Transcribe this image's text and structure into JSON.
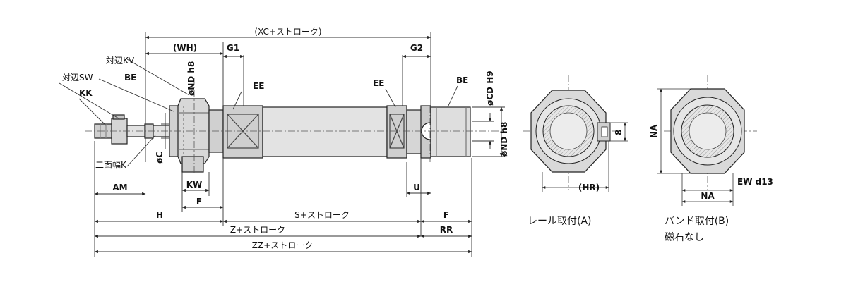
{
  "labels": {
    "xc": "(XC+ストローク)",
    "wh": "(WH)",
    "g1": "G1",
    "g2": "G2",
    "taihen_kv": "対辺KV",
    "taihen_sw": "対辺SW",
    "be_left": "BE",
    "kk": "KK",
    "nd_h8_top": "øND h8",
    "ee_left": "EE",
    "ee_right": "EE",
    "be_right": "BE",
    "cd_h9": "øCD H9",
    "nd_h8_right": "øND h8",
    "c": "øC",
    "nimenhaba_k": "二面幅K",
    "am": "AM",
    "kw": "KW",
    "f_left": "F",
    "u": "U",
    "h": "H",
    "s_stroke": "S+ストローク",
    "f_right": "F",
    "z_stroke": "Z+ストローク",
    "rr": "RR",
    "zz_stroke": "ZZ+ストローク",
    "hr": "(HR)",
    "eight": "8",
    "na_left": "NA",
    "na_bottom": "NA",
    "ew_d13": "EW d13"
  },
  "captions": {
    "rail": "レール取付(A)",
    "band_line1": "バンド取付(B)",
    "band_line2": "磁石なし"
  }
}
